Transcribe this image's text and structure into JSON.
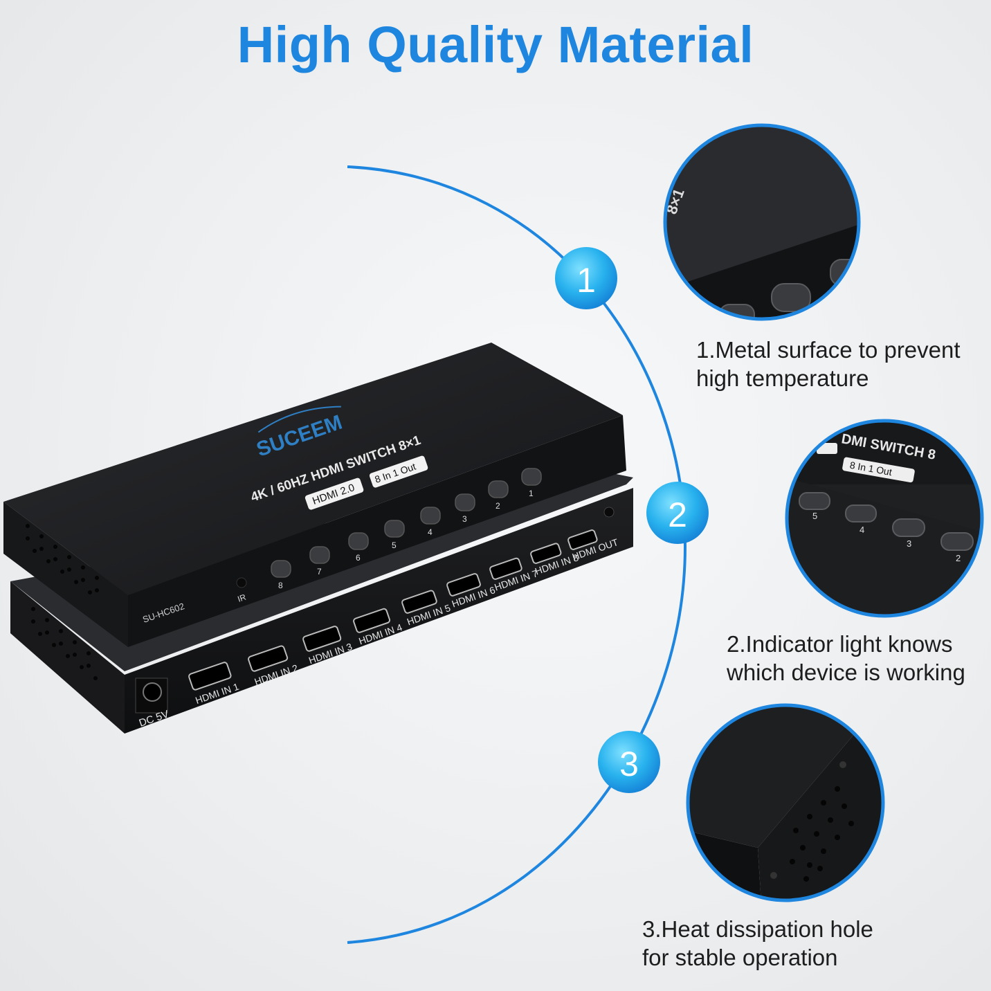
{
  "title": "High Quality Material",
  "steps": [
    {
      "num": "1",
      "line1": "1.Metal surface to prevent",
      "line2": "high temperature"
    },
    {
      "num": "2",
      "line1": "2.Indicator light knows",
      "line2": "which device is working"
    },
    {
      "num": "3",
      "line1": "3.Heat dissipation hole",
      "line2": "for stable operation"
    }
  ],
  "device": {
    "brand": "SUCEEM",
    "product_line": "4K / 60HZ HDMI SWITCH 8×1",
    "badge_hdmi": "HDMI 2.0",
    "badge_ports": "8 In 1 Out",
    "model": "SU-HC602",
    "ir_label": "IR",
    "buttons": [
      "8",
      "7",
      "6",
      "5",
      "4",
      "3",
      "2",
      "1"
    ],
    "ports": [
      "HDMI IN 1",
      "HDMI IN 2",
      "HDMI IN 3",
      "HDMI IN 4",
      "HDMI IN 5",
      "HDMI IN 6",
      "HDMI IN 7",
      "HDMI IN 8",
      "HDMI OUT"
    ],
    "power_label": "DC 5V"
  },
  "zoom_labels": {
    "zoom1_text": "8×1",
    "zoom2_top": "DMI SWITCH 8",
    "zoom2_badge": "8 In 1 Out",
    "zoom2_buttons": [
      "5",
      "4",
      "3",
      "2"
    ]
  },
  "colors": {
    "accent": "#1f86e0",
    "device": "#1b1c1e",
    "text": "#1d1d1d"
  }
}
